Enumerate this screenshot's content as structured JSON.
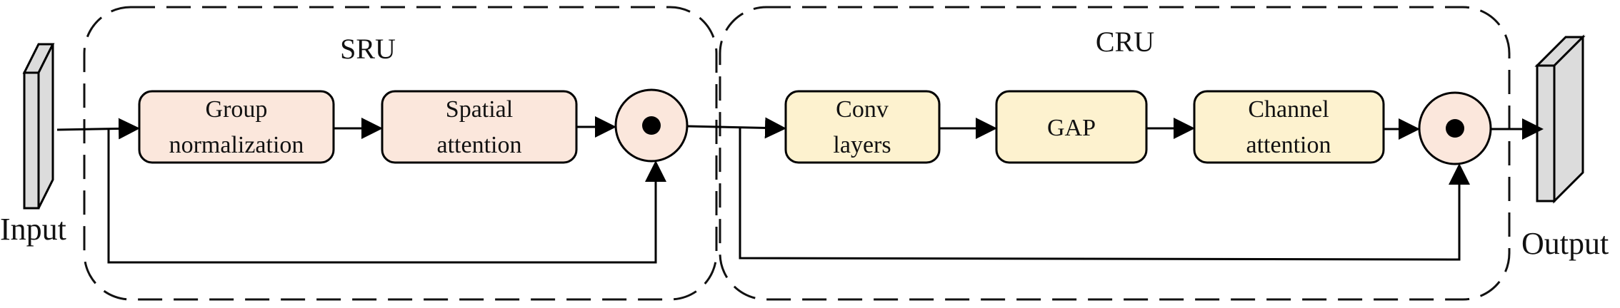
{
  "colors": {
    "sru_block_fill": "#fbe7dc",
    "cru_block_fill": "#fdf2cf",
    "multiply_fill": "#fbe7dc",
    "cube_fill": "#dcdcdc",
    "line": "#000000"
  },
  "io": {
    "input_label": "Input",
    "output_label": "Output"
  },
  "sru": {
    "title": "SRU",
    "blocks": [
      {
        "lines": [
          "Group",
          "normalization"
        ]
      },
      {
        "lines": [
          "Spatial",
          "attention"
        ]
      }
    ]
  },
  "cru": {
    "title": "CRU",
    "blocks": [
      {
        "lines": [
          "Conv",
          "layers"
        ]
      },
      {
        "lines": [
          "GAP"
        ]
      },
      {
        "lines": [
          "Channel",
          "attention"
        ]
      }
    ]
  },
  "operators": {
    "multiply_icon": "element-wise-multiply-icon"
  }
}
